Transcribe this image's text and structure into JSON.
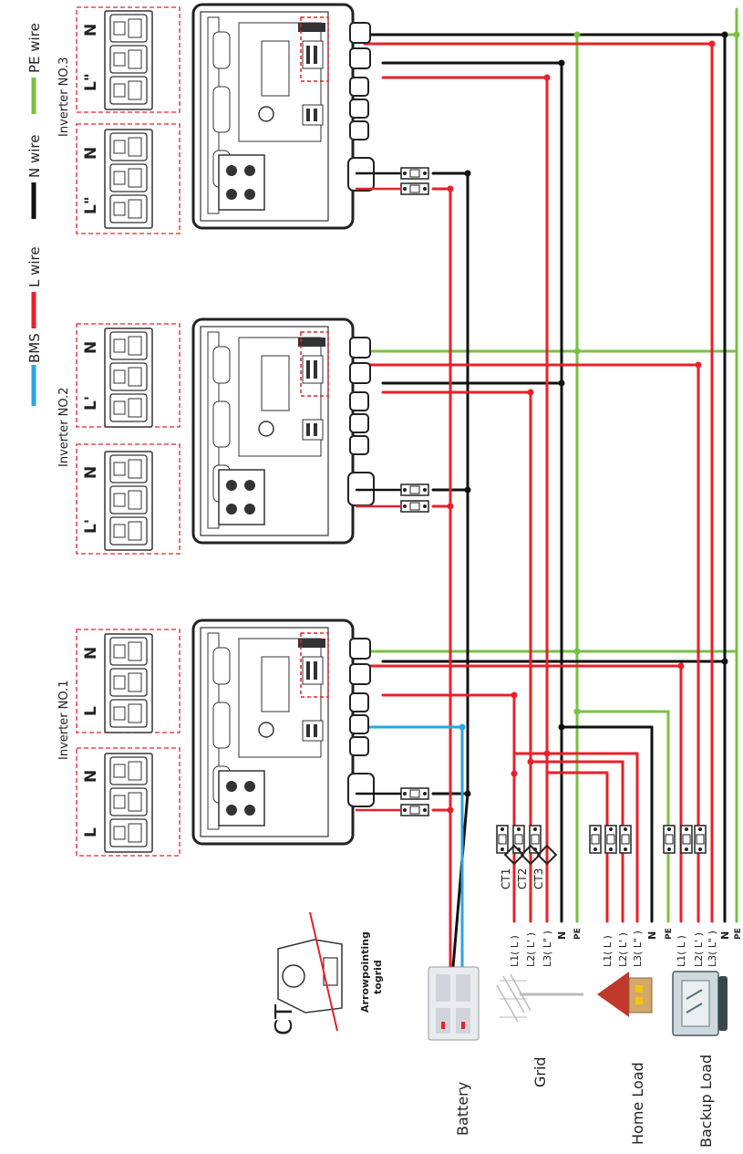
{
  "legend": {
    "bms": "BMS",
    "l_wire": "L wire",
    "n_wire": "N wire",
    "pe_wire": "PE wire"
  },
  "colors": {
    "bms": "#2aa6e0",
    "l_wire": "#e8202a",
    "n_wire": "#111111",
    "pe_wire": "#7ac143",
    "dashed_box": "#e8202a"
  },
  "inverters": [
    {
      "name": "Inverter NO.1",
      "term_a": [
        "L",
        "N"
      ],
      "term_b": [
        "L",
        "N"
      ]
    },
    {
      "name": "Inverter NO.2",
      "term_a": [
        "L'",
        "N"
      ],
      "term_b": [
        "L'",
        "N"
      ]
    },
    {
      "name": "Inverter NO.3",
      "term_a": [
        "L\"",
        "N"
      ],
      "term_b": [
        "L\"",
        "N"
      ]
    }
  ],
  "ct": {
    "title": "CT",
    "note_line1": "Arrowpointing",
    "note_line2": "togrid",
    "labels": [
      "CT1",
      "CT2",
      "CT3"
    ]
  },
  "bus_groups": [
    {
      "labels": [
        "L1( L )",
        "L2( L' )",
        "L3( L\" )",
        "N",
        "PE"
      ]
    },
    {
      "labels": [
        "L1( L )",
        "L2( L' )",
        "L3( L\" )",
        "N",
        "PE"
      ]
    },
    {
      "labels": [
        "L1( L )",
        "L2( L' )",
        "L3( L\" )",
        "N",
        "PE"
      ]
    }
  ],
  "devices": {
    "battery": "Battery",
    "grid": "Grid",
    "home_load": "Home Load",
    "backup_load": "Backup Load"
  }
}
